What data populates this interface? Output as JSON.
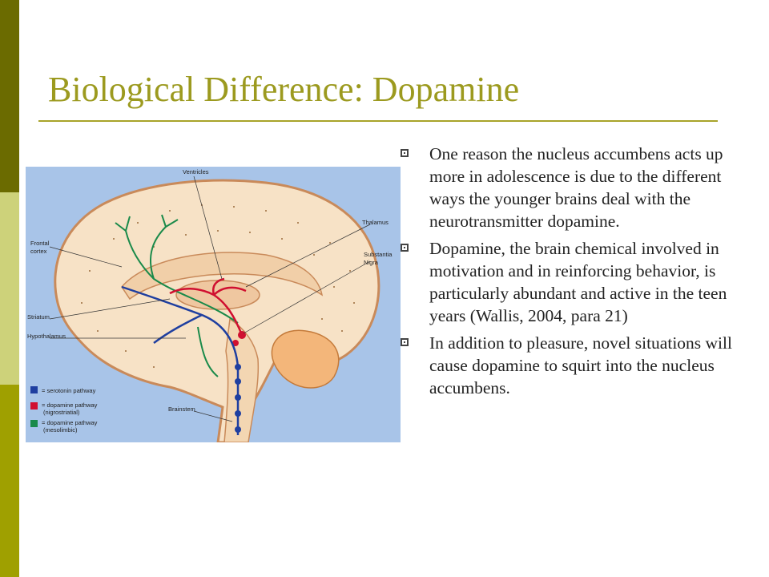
{
  "slide": {
    "title": "Biological Difference:  Dopamine",
    "bullets": [
      "One reason the nucleus accumbens acts up more in adolescence is due to the different ways the younger brains deal with the neurotransmitter dopamine.",
      "Dopamine, the brain chemical involved in motivation and in reinforcing behavior, is particularly abundant and active in the teen years (Wallis, 2004, para 21)",
      "In addition to pleasure, novel situations will cause dopamine to squirt into the nucleus accumbens."
    ],
    "colors": {
      "bar_top": "#6b6b00",
      "bar_mid": "#cdd27a",
      "bar_bot": "#9fa000",
      "title": "#9c9a1f",
      "figure_bg": "#a8c4e8"
    }
  },
  "figure": {
    "labels": {
      "ventricles": "Ventricles",
      "thalamus": "Thalamus",
      "frontal_1": "Frontal",
      "frontal_2": "cortex",
      "substantia_1": "Substantia",
      "substantia_2": "Nigra",
      "striatum": "Striatum",
      "hypothalamus": "Hypothalamus",
      "brainstem": "Brainstem"
    },
    "legend": [
      {
        "color": "#1f3fa0",
        "text": "= serotonin pathway",
        "sub": ""
      },
      {
        "color": "#d01030",
        "text": "= dopamine pathway",
        "sub": "(nigrostriatial)"
      },
      {
        "color": "#1a8a4a",
        "text": "= dopamine pathway",
        "sub": "(mesolimbic)"
      }
    ]
  }
}
